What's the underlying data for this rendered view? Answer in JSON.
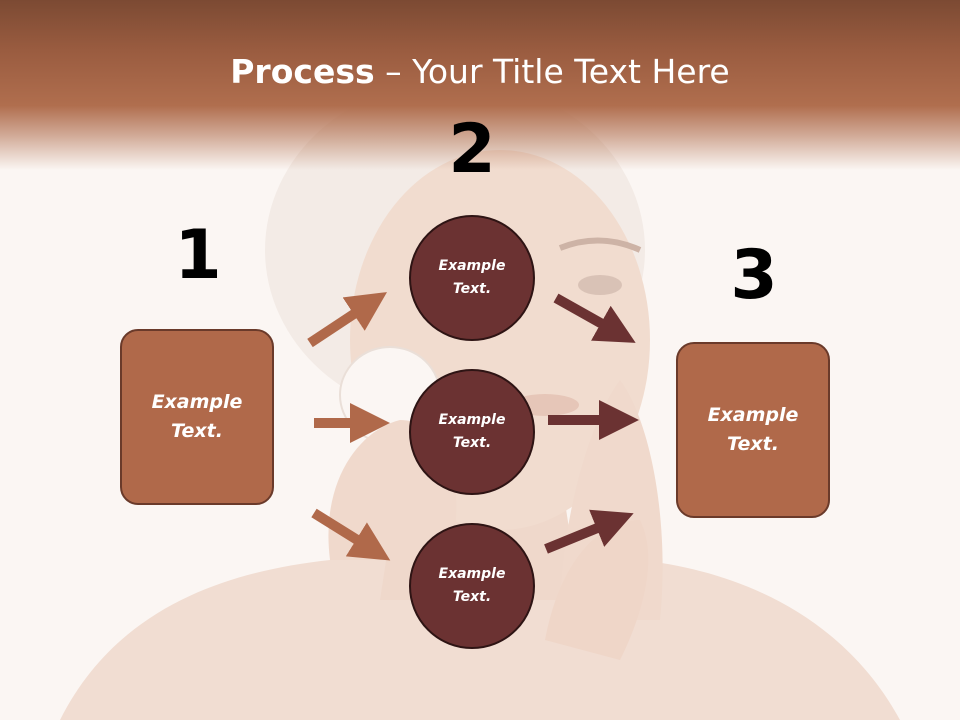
{
  "title": {
    "bold": "Process",
    "dash": " – ",
    "rest": "Your Title Text Here"
  },
  "steps": [
    {
      "number": "1",
      "label": "Example Text."
    },
    {
      "number": "2",
      "label": "Example Text."
    },
    {
      "number": "3",
      "label": "Example Text."
    }
  ],
  "circles": [
    {
      "label": "Example Text."
    },
    {
      "label": "Example Text."
    },
    {
      "label": "Example Text."
    }
  ],
  "colors": {
    "header": "#9a5c40",
    "box_fill": "#b0694a",
    "circle_fill": "#6b3232",
    "arrow_light": "#b0694a",
    "arrow_dark": "#6b3232"
  }
}
